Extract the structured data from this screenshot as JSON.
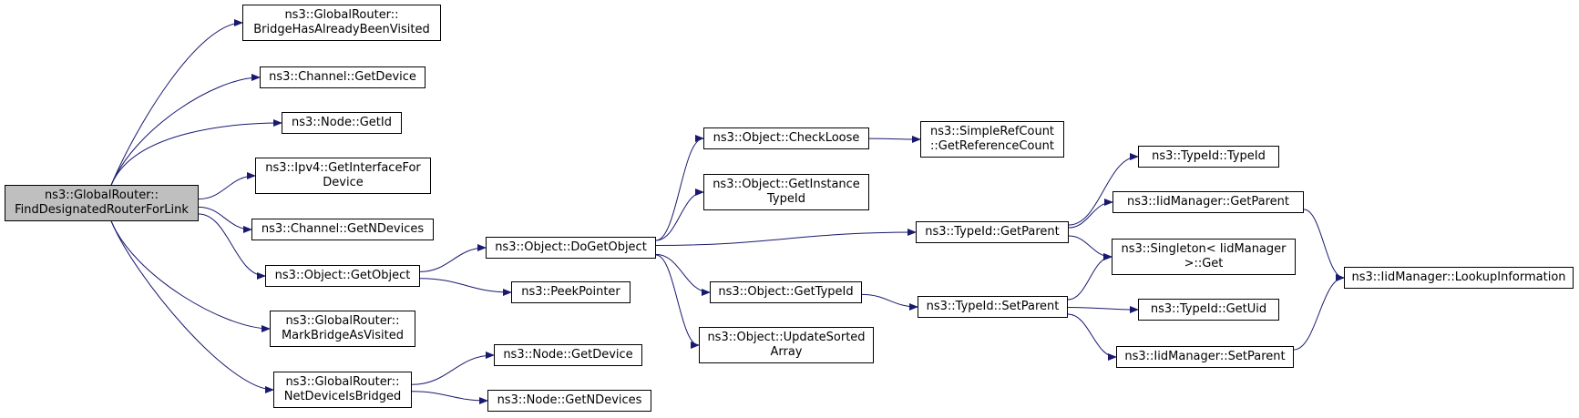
{
  "graph": {
    "colors": {
      "edge": "#191970",
      "border": "#000000",
      "root_fill": "#bfbfbf",
      "node_fill": "#ffffff"
    },
    "nodes": {
      "root": [
        "ns3::GlobalRouter::",
        "FindDesignatedRouterForLink"
      ],
      "bridge_visited": [
        "ns3::GlobalRouter::",
        "BridgeHasAlreadyBeenVisited"
      ],
      "channel_getdevice": [
        "ns3::Channel::GetDevice"
      ],
      "node_getid": [
        "ns3::Node::GetId"
      ],
      "ipv4_getinterface": [
        "ns3::Ipv4::GetInterfaceFor",
        "Device"
      ],
      "channel_getndevices": [
        "ns3::Channel::GetNDevices"
      ],
      "object_getobject": [
        "ns3::Object::GetObject"
      ],
      "mark_bridge": [
        "ns3::GlobalRouter::",
        "MarkBridgeAsVisited"
      ],
      "netdevice_bridged": [
        "ns3::GlobalRouter::",
        "NetDeviceIsBridged"
      ],
      "object_dogetobject": [
        "ns3::Object::DoGetObject"
      ],
      "peekpointer": [
        "ns3::PeekPointer"
      ],
      "node_getdevice": [
        "ns3::Node::GetDevice"
      ],
      "node_getndevices": [
        "ns3::Node::GetNDevices"
      ],
      "object_checkloose": [
        "ns3::Object::CheckLoose"
      ],
      "object_getinstancetypeid": [
        "ns3::Object::GetInstance",
        "TypeId"
      ],
      "object_gettypeid": [
        "ns3::Object::GetTypeId"
      ],
      "object_updatesorted": [
        "ns3::Object::UpdateSorted",
        "Array"
      ],
      "simplerefcount": [
        "ns3::SimpleRefCount",
        "::GetReferenceCount"
      ],
      "typeid_getparent": [
        "ns3::TypeId::GetParent"
      ],
      "typeid_setparent": [
        "ns3::TypeId::SetParent"
      ],
      "typeid_typeid": [
        "ns3::TypeId::TypeId"
      ],
      "iidmanager_getparent": [
        "ns3::IidManager::GetParent"
      ],
      "singleton_get": [
        "ns3::Singleton< IidManager",
        ">::Get"
      ],
      "typeid_getuid": [
        "ns3::TypeId::GetUid"
      ],
      "iidmanager_setparent": [
        "ns3::IidManager::SetParent"
      ],
      "iidmanager_lookup": [
        "ns3::IidManager::LookupInformation"
      ]
    },
    "edges": [
      [
        "root",
        "bridge_visited"
      ],
      [
        "root",
        "channel_getdevice"
      ],
      [
        "root",
        "node_getid"
      ],
      [
        "root",
        "ipv4_getinterface"
      ],
      [
        "root",
        "channel_getndevices"
      ],
      [
        "root",
        "object_getobject"
      ],
      [
        "root",
        "mark_bridge"
      ],
      [
        "root",
        "netdevice_bridged"
      ],
      [
        "object_getobject",
        "object_dogetobject"
      ],
      [
        "object_getobject",
        "peekpointer"
      ],
      [
        "netdevice_bridged",
        "node_getdevice"
      ],
      [
        "netdevice_bridged",
        "node_getndevices"
      ],
      [
        "object_dogetobject",
        "object_checkloose"
      ],
      [
        "object_dogetobject",
        "object_getinstancetypeid"
      ],
      [
        "object_dogetobject",
        "typeid_getparent"
      ],
      [
        "object_dogetobject",
        "object_gettypeid"
      ],
      [
        "object_dogetobject",
        "object_updatesorted"
      ],
      [
        "object_checkloose",
        "simplerefcount"
      ],
      [
        "object_gettypeid",
        "typeid_setparent"
      ],
      [
        "typeid_getparent",
        "typeid_typeid"
      ],
      [
        "typeid_getparent",
        "iidmanager_getparent"
      ],
      [
        "typeid_getparent",
        "singleton_get"
      ],
      [
        "typeid_setparent",
        "singleton_get"
      ],
      [
        "typeid_setparent",
        "typeid_getuid"
      ],
      [
        "typeid_setparent",
        "iidmanager_setparent"
      ],
      [
        "iidmanager_getparent",
        "iidmanager_lookup"
      ],
      [
        "iidmanager_setparent",
        "iidmanager_lookup"
      ]
    ]
  }
}
